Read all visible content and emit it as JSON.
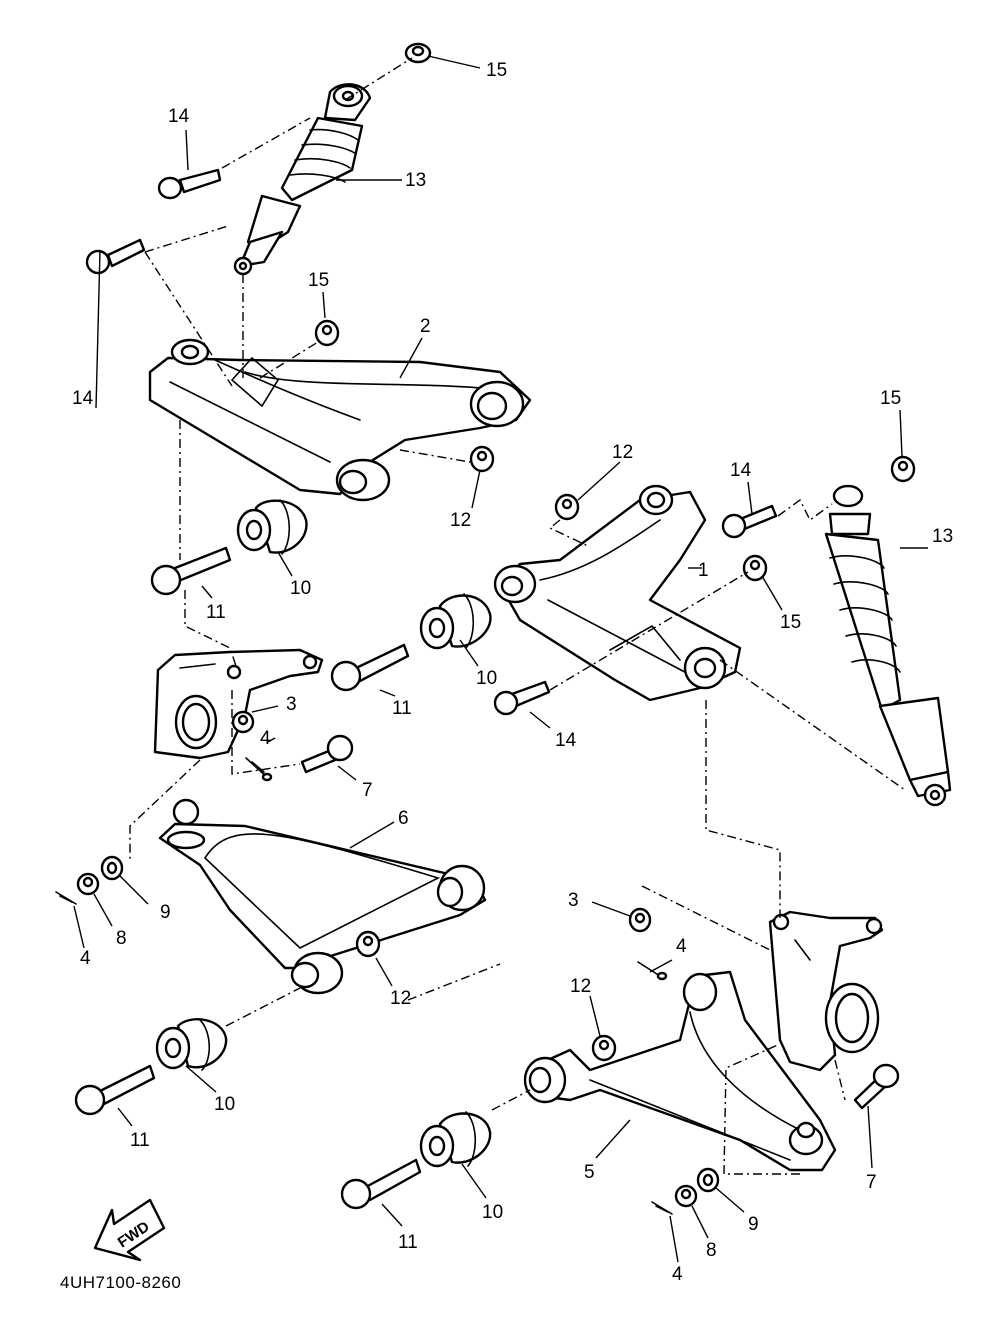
{
  "drawing_code": "4UH7100-8260",
  "fwd_label": "FWD",
  "callouts": [
    {
      "id": "c15a",
      "label": "15"
    },
    {
      "id": "c14a",
      "label": "14"
    },
    {
      "id": "c13a",
      "label": "13"
    },
    {
      "id": "c15b",
      "label": "15"
    },
    {
      "id": "c2",
      "label": "2"
    },
    {
      "id": "c14b",
      "label": "14"
    },
    {
      "id": "c12a",
      "label": "12"
    },
    {
      "id": "c10a",
      "label": "10"
    },
    {
      "id": "c11a",
      "label": "11"
    },
    {
      "id": "c12b",
      "label": "12"
    },
    {
      "id": "c14c",
      "label": "14"
    },
    {
      "id": "c15c",
      "label": "15"
    },
    {
      "id": "c13b",
      "label": "13"
    },
    {
      "id": "c1",
      "label": "1"
    },
    {
      "id": "c15d",
      "label": "15"
    },
    {
      "id": "c10b",
      "label": "10"
    },
    {
      "id": "c11b",
      "label": "11"
    },
    {
      "id": "c14d",
      "label": "14"
    },
    {
      "id": "c3a",
      "label": "3"
    },
    {
      "id": "c4a",
      "label": "4"
    },
    {
      "id": "c7a",
      "label": "7"
    },
    {
      "id": "c6",
      "label": "6"
    },
    {
      "id": "c9a",
      "label": "9"
    },
    {
      "id": "c8a",
      "label": "8"
    },
    {
      "id": "c4b",
      "label": "4"
    },
    {
      "id": "c12c",
      "label": "12"
    },
    {
      "id": "c10c",
      "label": "10"
    },
    {
      "id": "c11c",
      "label": "11"
    },
    {
      "id": "c3b",
      "label": "3"
    },
    {
      "id": "c4c",
      "label": "4"
    },
    {
      "id": "c12d",
      "label": "12"
    },
    {
      "id": "c5",
      "label": "5"
    },
    {
      "id": "c7b",
      "label": "7"
    },
    {
      "id": "c10d",
      "label": "10"
    },
    {
      "id": "c11d",
      "label": "11"
    },
    {
      "id": "c9b",
      "label": "9"
    },
    {
      "id": "c8b",
      "label": "8"
    },
    {
      "id": "c4d",
      "label": "4"
    }
  ]
}
